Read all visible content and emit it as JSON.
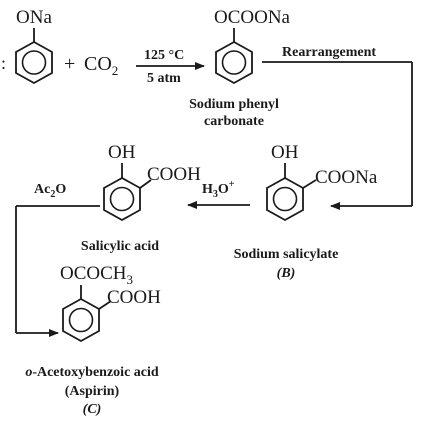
{
  "reaction": {
    "phenoxide": {
      "substituent": "ONa"
    },
    "edge_glyph": ":",
    "plus": "+",
    "co2": {
      "main": "CO",
      "sub": "2"
    },
    "step1": {
      "above": "125 °C",
      "below": "5 atm"
    },
    "carbonate": {
      "substituent": "OCOONa",
      "name_line1": "Sodium phenyl",
      "name_line2": "carbonate"
    },
    "rearrangement": "Rearrangement",
    "salicylate": {
      "oh": "OH",
      "coona": "COONa",
      "name": "Sodium salicylate",
      "letter": "(B)"
    },
    "acid_step": {
      "main": "H",
      "sub": "3",
      "rest": "O",
      "sup": "+"
    },
    "salicylic": {
      "oh": "OH",
      "cooh": "COOH",
      "name": "Salicylic acid"
    },
    "acetylation": {
      "main": "Ac",
      "sub": "2",
      "rest": "O"
    },
    "aspirin": {
      "ococh3": {
        "main": "OCOCH",
        "sub": "3"
      },
      "cooh": "COOH",
      "name_italic": "o",
      "name_rest": "-Acetoxybenzoic acid",
      "common": "(Aspirin)",
      "letter": "(C)"
    }
  },
  "colors": {
    "ink": "#1a1a1a",
    "background": "#ffffff"
  }
}
